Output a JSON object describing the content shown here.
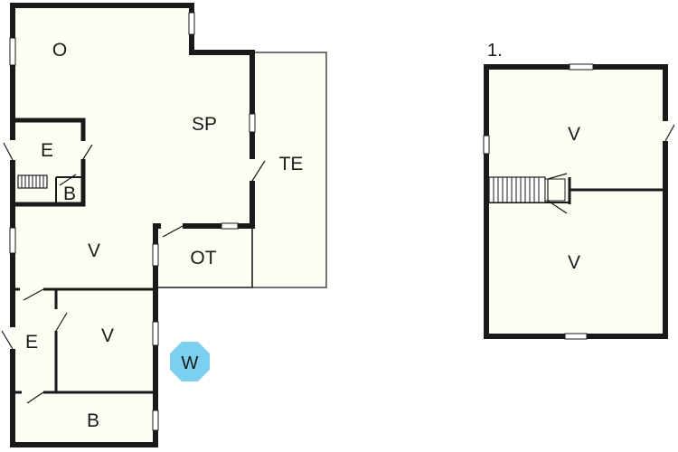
{
  "floorplan": {
    "ground_floor": {
      "rooms": {
        "o": "O",
        "sp": "SP",
        "te": "TE",
        "e_upper": "E",
        "b_upper": "B",
        "v_main": "V",
        "ot": "OT",
        "e_lower": "E",
        "v_lower": "V",
        "b_lower": "B"
      }
    },
    "upper_floor": {
      "label": "1.",
      "rooms": {
        "v_top": "V",
        "v_bottom": "V"
      }
    },
    "compass": {
      "label": "W",
      "color": "#7dcff0"
    },
    "colors": {
      "floor_fill": "#fdfdf4",
      "wall": "#1a1a1a"
    }
  }
}
